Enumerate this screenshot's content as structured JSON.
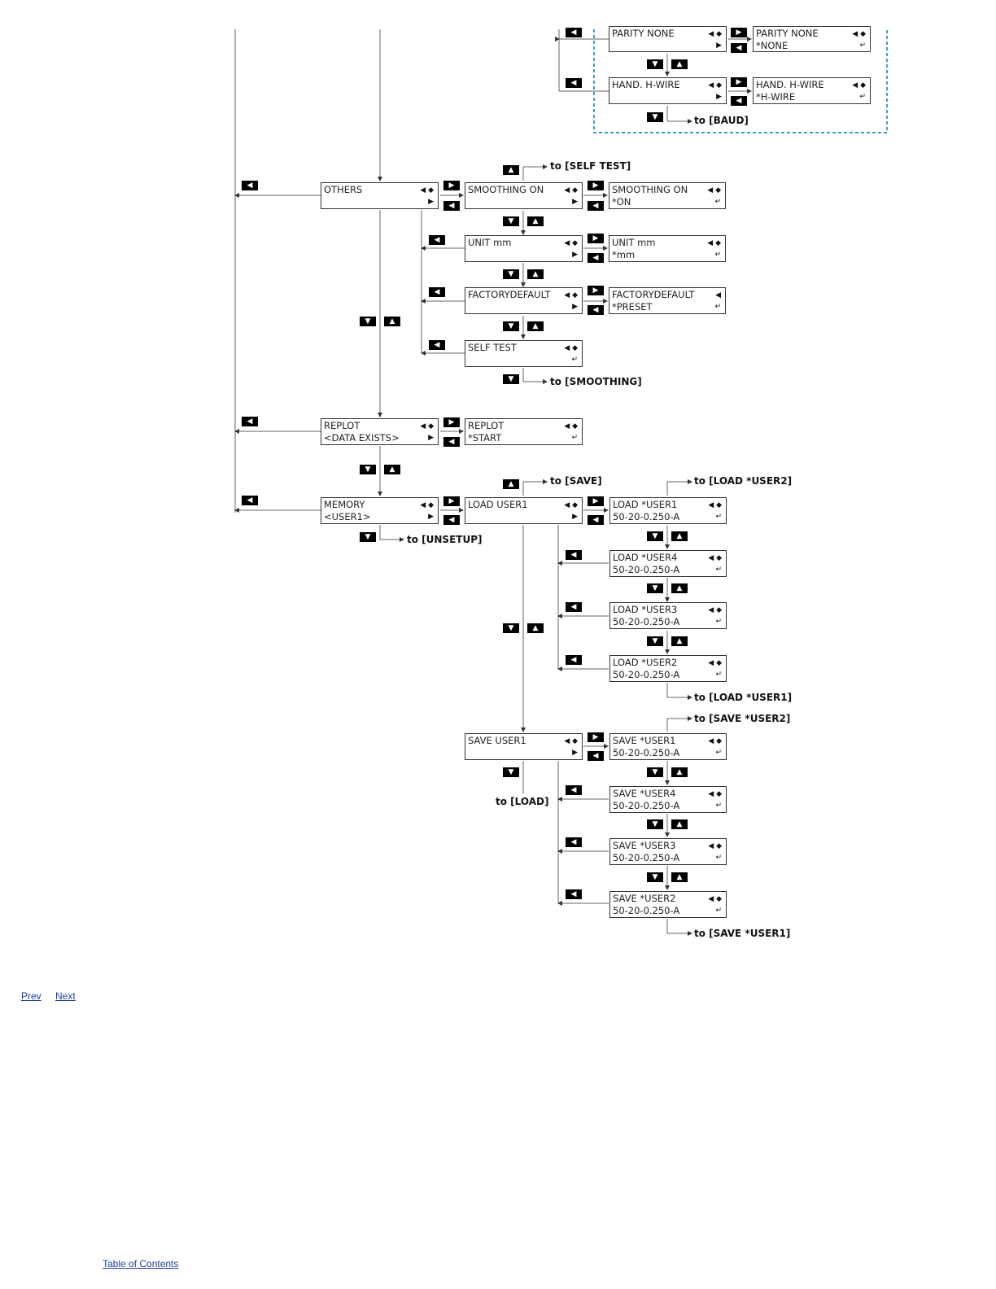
{
  "colors": {
    "accent_dashed_frame": "#3a9fbf",
    "key_bg": "#000000",
    "line": "#555555"
  },
  "icons": {
    "left": "◀",
    "right": "▶",
    "down": "▼",
    "up": "▲",
    "enter": "↵",
    "updown": "◀ ◆"
  },
  "screens": {
    "parity_none": [
      "PARITY NONE",
      ""
    ],
    "parity_none_sub": [
      "PARITY NONE",
      "*NONE"
    ],
    "hand_hwire": [
      "HAND. H-WIRE",
      ""
    ],
    "hand_hwire_sub": [
      "HAND. H-WIRE",
      "*H-WIRE"
    ],
    "others": [
      "OTHERS",
      ""
    ],
    "smoothing_on": [
      "SMOOTHING ON",
      ""
    ],
    "smoothing_on_sub": [
      "SMOOTHING ON",
      "*ON"
    ],
    "unit_mm": [
      "UNIT mm",
      ""
    ],
    "unit_mm_sub": [
      "UNIT mm",
      "*mm"
    ],
    "factorydefault": [
      "FACTORYDEFAULT",
      ""
    ],
    "factorydefault_sub": [
      "FACTORYDEFAULT",
      "*PRESET"
    ],
    "self_test": [
      "SELF TEST",
      ""
    ],
    "replot": [
      "REPLOT",
      "<DATA EXISTS>"
    ],
    "replot_sub": [
      "REPLOT",
      "*START"
    ],
    "memory": [
      "MEMORY",
      "<USER1>"
    ],
    "load_user1": [
      "LOAD USER1",
      ""
    ],
    "load_user1_sub": [
      "LOAD *USER1",
      "50-20-0.250-A"
    ],
    "load_user4": [
      "LOAD *USER4",
      "50-20-0.250-A"
    ],
    "load_user3": [
      "LOAD *USER3",
      "50-20-0.250-A"
    ],
    "load_user2": [
      "LOAD *USER2",
      "50-20-0.250-A"
    ],
    "save_user1": [
      "SAVE USER1",
      ""
    ],
    "save_user1_sub": [
      "SAVE *USER1",
      "50-20-0.250-A"
    ],
    "save_user4": [
      "SAVE *USER4",
      "50-20-0.250-A"
    ],
    "save_user3": [
      "SAVE *USER3",
      "50-20-0.250-A"
    ],
    "save_user2": [
      "SAVE *USER2",
      "50-20-0.250-A"
    ]
  },
  "labels": {
    "to_baud": "to [BAUD]",
    "to_self_test": "to [SELF TEST]",
    "to_smoothing": "to [SMOOTHING]",
    "to_save": "to [SAVE]",
    "to_load_user2": "to [LOAD *USER2]",
    "to_unsetup": "to [UNSETUP]",
    "to_load_user1": "to [LOAD *USER1]",
    "to_save_user2": "to [SAVE *USER2]",
    "to_load": "to [LOAD]",
    "to_save_user1": "to [SAVE *USER1]"
  },
  "nav": {
    "prev": "Prev",
    "next": "Next",
    "top": "Table of Contents"
  }
}
